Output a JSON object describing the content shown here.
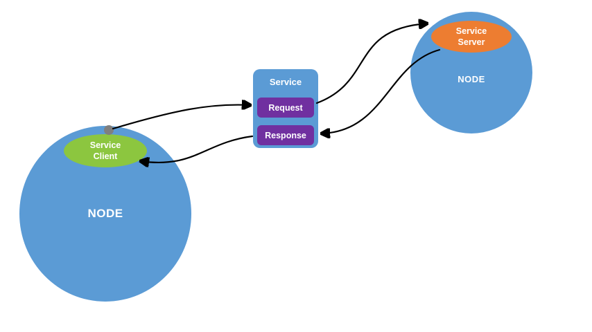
{
  "diagram": {
    "left_node": {
      "label": "NODE"
    },
    "right_node": {
      "label": "NODE"
    },
    "service_client": {
      "line1": "Service",
      "line2": "Client"
    },
    "service_server": {
      "line1": "Service",
      "line2": "Server"
    },
    "service_panel": {
      "title": "Service",
      "request": "Request",
      "response": "Response"
    },
    "colors": {
      "node_blue": "#5B9BD5",
      "client_green": "#8CC63F",
      "server_orange": "#ED7D31",
      "action_purple": "#7030A0",
      "connector_black": "#000000",
      "anchor_gray": "#7F7F7F",
      "background": "#FFFFFF"
    },
    "arrows": [
      {
        "name": "client-to-request",
        "from": "service-client",
        "to": "request"
      },
      {
        "name": "request-to-server",
        "from": "request",
        "to": "service-server"
      },
      {
        "name": "server-to-response",
        "from": "service-server",
        "to": "response"
      },
      {
        "name": "response-to-client",
        "from": "response",
        "to": "service-client"
      }
    ]
  }
}
